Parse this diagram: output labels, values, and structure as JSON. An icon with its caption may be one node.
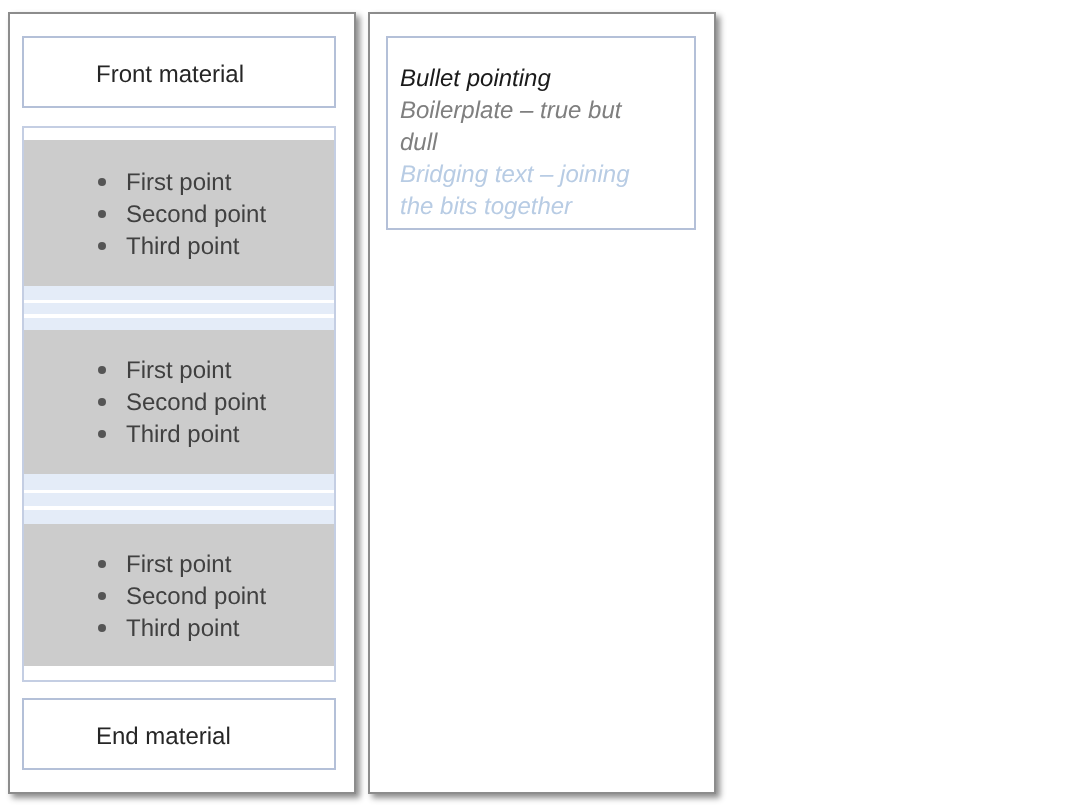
{
  "diagram": {
    "nodes": [
      {
        "text": [],
        "shape": "box"
      },
      {
        "text": [
          "Front material"
        ],
        "in": 0
      },
      {
        "text": [],
        "shape": "box",
        "in": 0
      },
      {
        "text": [
          "First point",
          "Second point",
          "Third point"
        ],
        "in": 2
      },
      {
        "text": [],
        "shape": "bar",
        "in": 2
      },
      {
        "text": [
          "First point",
          "Second point",
          "Third point"
        ],
        "in": 2
      },
      {
        "text": [],
        "shape": "bar",
        "in": 2
      },
      {
        "text": [
          "First point",
          "Second point",
          "Third point"
        ],
        "in": 2
      },
      {
        "text": [
          "End material"
        ],
        "in": 0
      },
      {
        "text": [],
        "shape": "box"
      },
      {
        "text": [
          "Bullet pointing",
          "Boilerplate – true but dull",
          "Bridging text – joining the bits together"
        ],
        "in": 9
      }
    ]
  }
}
